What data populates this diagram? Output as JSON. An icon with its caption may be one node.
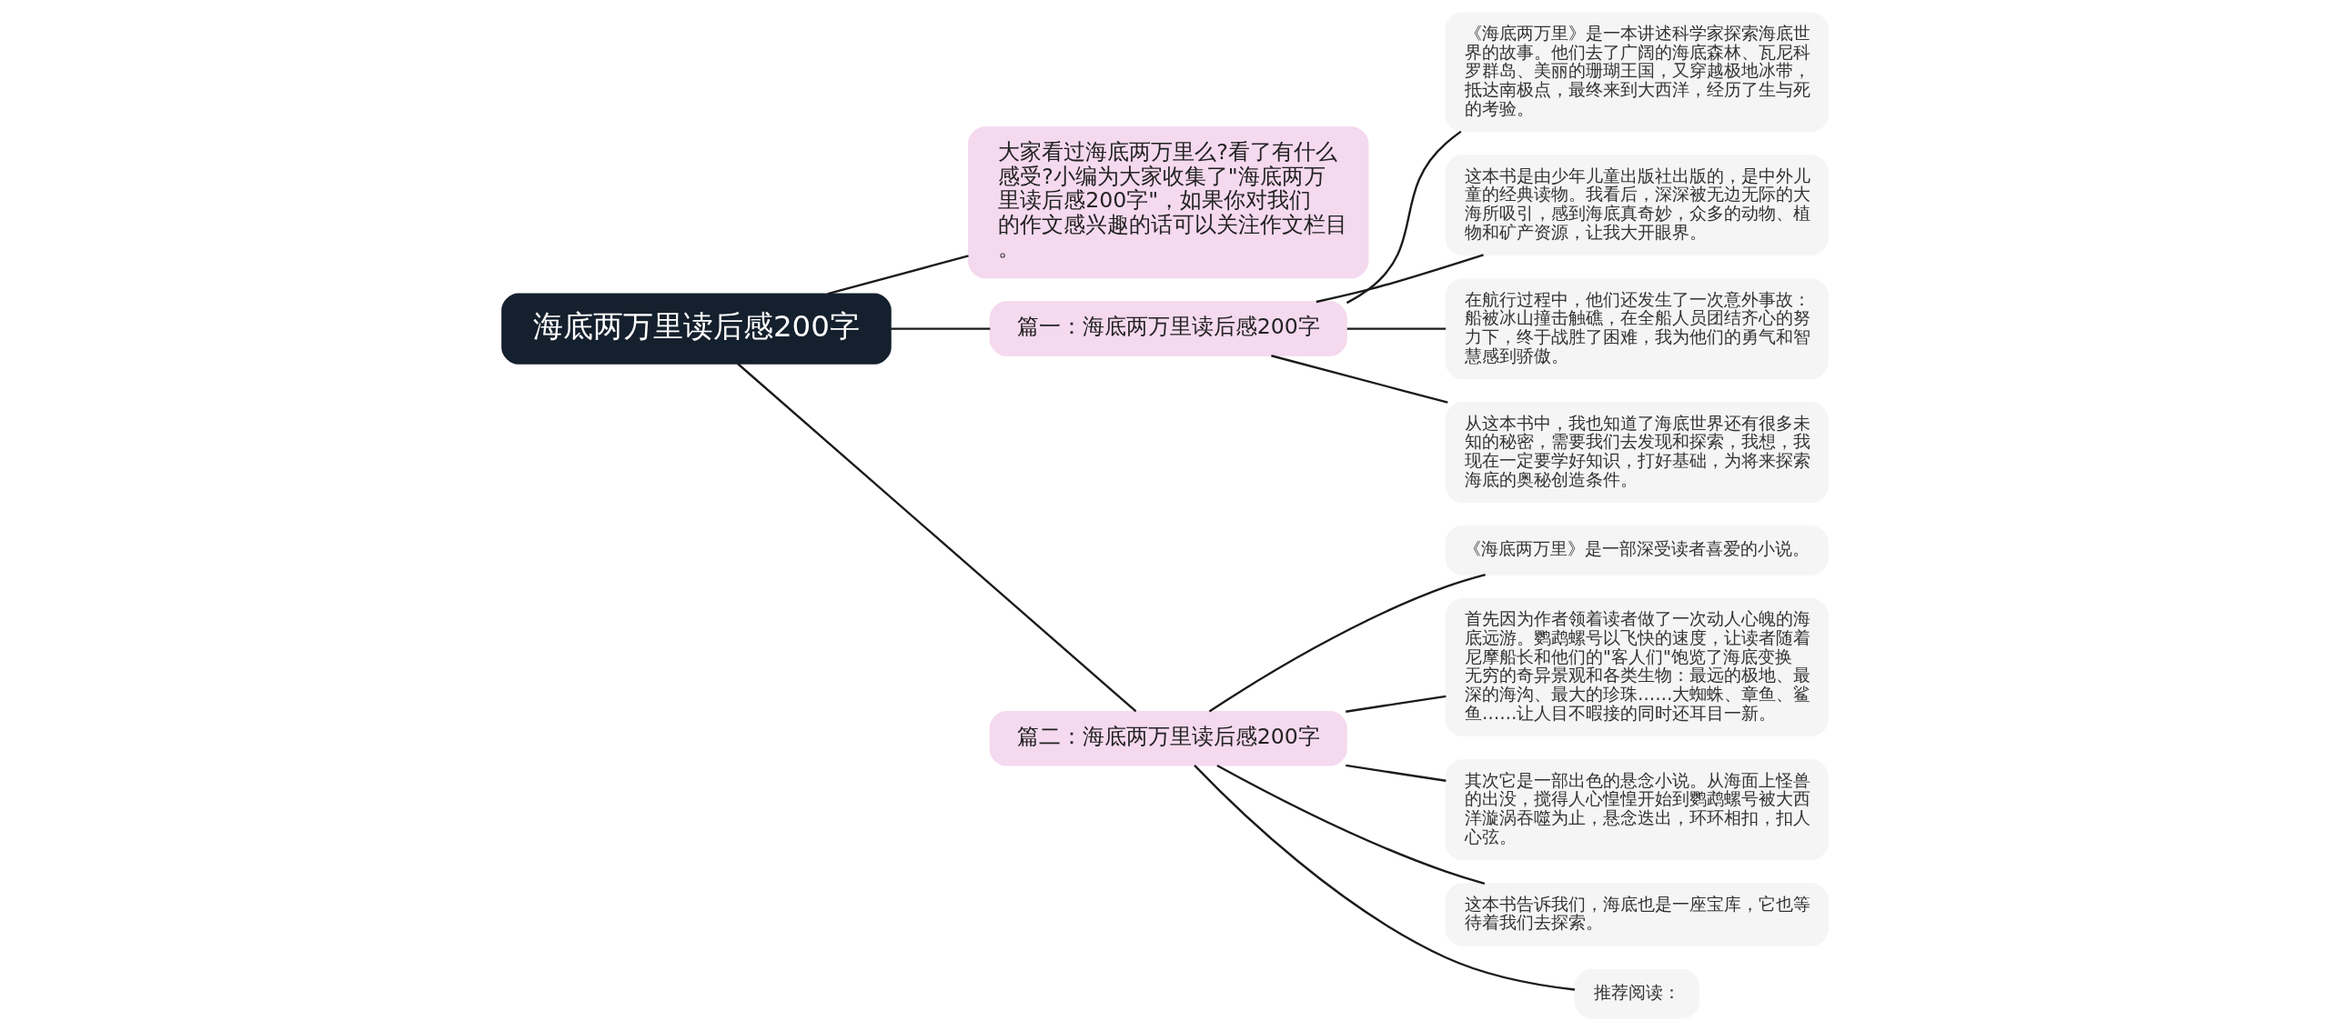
{
  "diagram": {
    "nodes": [
      {
        "text": [
          "海底两万里读后感200字"
        ]
      },
      {
        "text": [
          "大家看过海底两万里么?看了有什么感受?小编为大家收集了\"海底两万里读后感200字\"，如果你对我们的作文感兴趣的话可以关注作文栏目。"
        ]
      },
      {
        "text": [
          "篇一：海底两万里读后感200字"
        ]
      },
      {
        "text": [
          "《海底两万里》是一本讲述科学家探索海底世界的故事。他们去了广阔的海底森林、瓦尼科罗群岛、美丽的珊瑚王国，又穿越极地冰带，抵达南极点，最终来到大西洋，经历了生与死的考验。"
        ]
      },
      {
        "text": [
          "这本书是由少年儿童出版社出版的，是中外儿童的经典读物。我看后，深深被无边无际的大海所吸引，感到海底真奇妙，众多的动物、植物和矿产资源，让我大开眼界。"
        ]
      },
      {
        "text": [
          "在航行过程中，他们还发生了一次意外事故：船被冰山撞击触礁，在全船人员团结齐心的努力下，终于战胜了困难，我为他们的勇气和智慧感到骄傲。"
        ]
      },
      {
        "text": [
          "从这本书中，我也知道了海底世界还有很多未知的秘密，需要我们去发现和探索，我想，我现在一定要学好知识，打好基础，为将来探索海底的奥秘创造条件。"
        ]
      },
      {
        "text": [
          "篇二：海底两万里读后感200字"
        ]
      },
      {
        "text": [
          "《海底两万里》是一部深受读者喜爱的小说。"
        ]
      },
      {
        "text": [
          "首先因为作者领着读者做了一次动人心魄的海底远游。鹦鹉螺号以飞快的速度，让读者随着尼摩船长和他们的\"客人们\"饱览了海底变换无穷的奇异景观和各类生物：最远的极地、最深的海沟、最大的珍珠……大蜘蛛、章鱼、鲨鱼……让人目不暇接的同时还耳目一新。"
        ]
      },
      {
        "text": [
          "其次它是一部出色的悬念小说。从海面上怪兽的出没，搅得人心惶惶开始到鹦鹉螺号被大西洋漩涡吞噬为止，悬念迭出，环环相扣，扣人心弦。"
        ]
      },
      {
        "text": [
          "这本书告诉我们，海底也是一座宝库，它也等待着我们去探索。"
        ]
      },
      {
        "text": [
          "推荐阅读："
        ]
      }
    ],
    "edges": [
      {
        "from": 0,
        "to": 1,
        "arrow": "none"
      },
      {
        "from": 0,
        "to": 2,
        "arrow": "none"
      },
      {
        "from": 0,
        "to": 7,
        "arrow": "none"
      },
      {
        "from": 2,
        "to": 3,
        "arrow": "none"
      },
      {
        "from": 2,
        "to": 4,
        "arrow": "none"
      },
      {
        "from": 2,
        "to": 5,
        "arrow": "none"
      },
      {
        "from": 2,
        "to": 6,
        "arrow": "none"
      },
      {
        "from": 7,
        "to": 8,
        "arrow": "none"
      },
      {
        "from": 7,
        "to": 9,
        "arrow": "none"
      },
      {
        "from": 7,
        "to": 10,
        "arrow": "none"
      },
      {
        "from": 7,
        "to": 11,
        "arrow": "none"
      },
      {
        "from": 7,
        "to": 12,
        "arrow": "none"
      }
    ]
  }
}
